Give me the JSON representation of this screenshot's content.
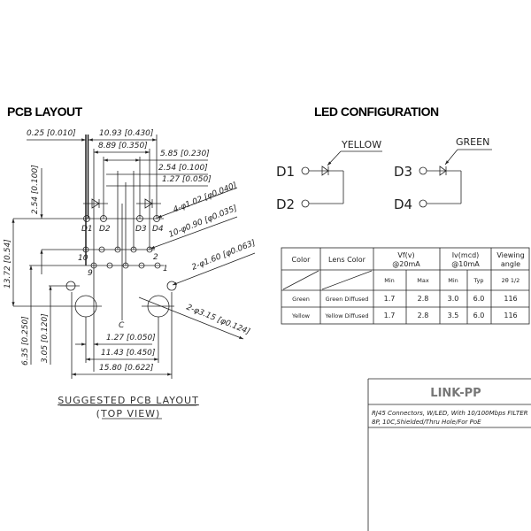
{
  "pcb": {
    "title": "PCB LAYOUT",
    "dims": {
      "d_025": "0.25 [0.010]",
      "d_1093": "10.93 [0.430]",
      "d_889": "8.89 [0.350]",
      "d_585": "5.85 [0.230]",
      "d_254h": "2.54 [0.100]",
      "d_127top": "1.27 [0.050]",
      "hole_led": "4-φ1.02 [φ0.040]",
      "hole_pin": "10-φ0.90 [φ0.035]",
      "hole_small": "2-φ1.60 [φ0.063]",
      "hole_big": "2-φ3.15 [φ0.124]",
      "d_254v": "2.54 [0.100]",
      "d_1372": "13.72 [0.54]",
      "d_635": "6.35 [0.250]",
      "d_305": "3.05 [0.120]",
      "d_127bot": "1.27 [0.050]",
      "d_1143": "11.43 [0.450]",
      "d_1580": "15.80 [0.622]"
    },
    "pin_labels": {
      "d1": "D1",
      "d2": "D2",
      "d3": "D3",
      "d4": "D4",
      "p10": "10",
      "p2": "2",
      "p9": "9",
      "p1": "1",
      "center": "C"
    },
    "caption": "SUGGESTED PCB LAYOUT",
    "subcaption": "(TOP VIEW)"
  },
  "led": {
    "title": "LED CONFIGURATION",
    "left": {
      "top": "D1",
      "bottom": "D2",
      "color": "YELLOW"
    },
    "right": {
      "top": "D3",
      "bottom": "D4",
      "color": "GREEN"
    }
  },
  "table": {
    "headers": {
      "color": "Color",
      "lens": "Lens Color",
      "vf": "Vf(v)",
      "vf_cond": "@20mA",
      "iv": "Iv(mcd)",
      "iv_cond": "@10mA",
      "view": "Viewing",
      "view2": "angle"
    },
    "sub": {
      "vf_min": "Min",
      "vf_max": "Max",
      "iv_min": "Min",
      "iv_typ": "Typ",
      "angle": "2θ 1/2"
    },
    "rows": [
      {
        "color": "Green",
        "lens": "Green Diffused",
        "vf_min": "1.7",
        "vf_max": "2.8",
        "iv_min": "3.0",
        "iv_typ": "6.0",
        "angle": "116"
      },
      {
        "color": "Yellow",
        "lens": "Yellow Diffused",
        "vf_min": "1.7",
        "vf_max": "2.8",
        "iv_min": "3.5",
        "iv_typ": "6.0",
        "angle": "116"
      }
    ]
  },
  "title_block": {
    "brand": "LINK-PP",
    "line1": "RJ45 Connectors, W/LED, With 10/100Mbps FILTER",
    "line2": "8P, 10C,Shielded/Thru Hole/For PoE"
  }
}
